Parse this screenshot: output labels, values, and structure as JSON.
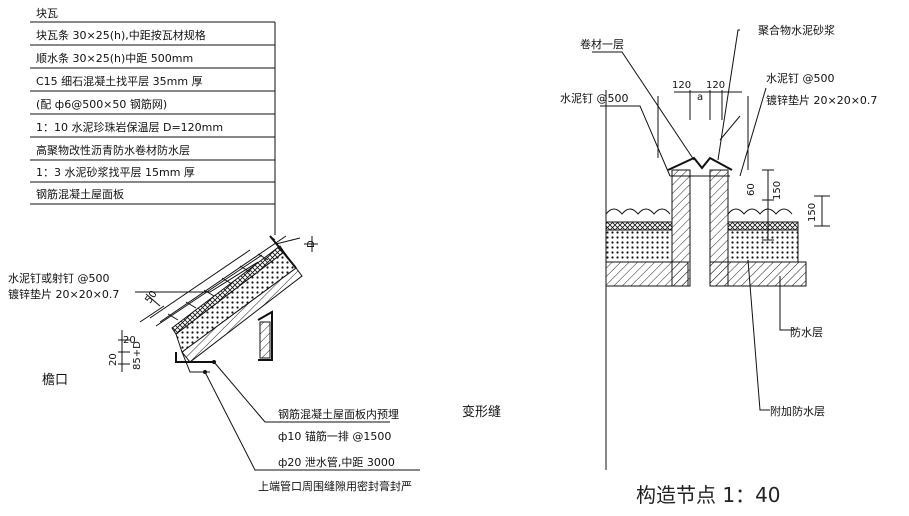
{
  "layers": [
    "块瓦",
    "块瓦条 30×25(h),中距按瓦材规格",
    "顺水条 30×25(h)中距 500mm",
    "C15 细石混凝土找平层 35mm 厚",
    "(配 ф6@500×50 钢筋网)",
    "1：10 水泥珍珠岩保温层 D=120mm",
    "高聚物改性沥青防水卷材防水层",
    "1：3 水泥砂浆找平层 15mm 厚",
    "钢筋混凝土屋面板"
  ],
  "eave": {
    "nail_label": "水泥钉或射钉 @500",
    "washer_label": "镀锌垫片 20×20×0.7",
    "title": "檐口",
    "dim_top": "D",
    "dim_50": "50",
    "dim_20a": "20",
    "dim_20b": "20",
    "dim_85": "85+D",
    "note1": "钢筋混凝土屋面板内预埋",
    "note2": "ф10 锚筋一排 @1500",
    "note3": "ф20 泄水管,中距 3000",
    "note4": "上端管口周围缝隙用密封膏封严"
  },
  "joint": {
    "title": "变形缝",
    "membrane_label": "卷材一层",
    "mortar_label": "聚合物水泥砂浆",
    "nail_left": "水泥钉 @500",
    "nail_right": "水泥钉 @500",
    "washer_right": "镀锌垫片 20×20×0.7",
    "dim_120a": "120",
    "dim_a": "a",
    "dim_120b": "120",
    "dim_60": "60",
    "dim_150a": "150",
    "dim_150b": "150",
    "waterproof": "防水层",
    "extra_waterproof": "附加防水层",
    "scale_title": "构造节点 1：40"
  }
}
